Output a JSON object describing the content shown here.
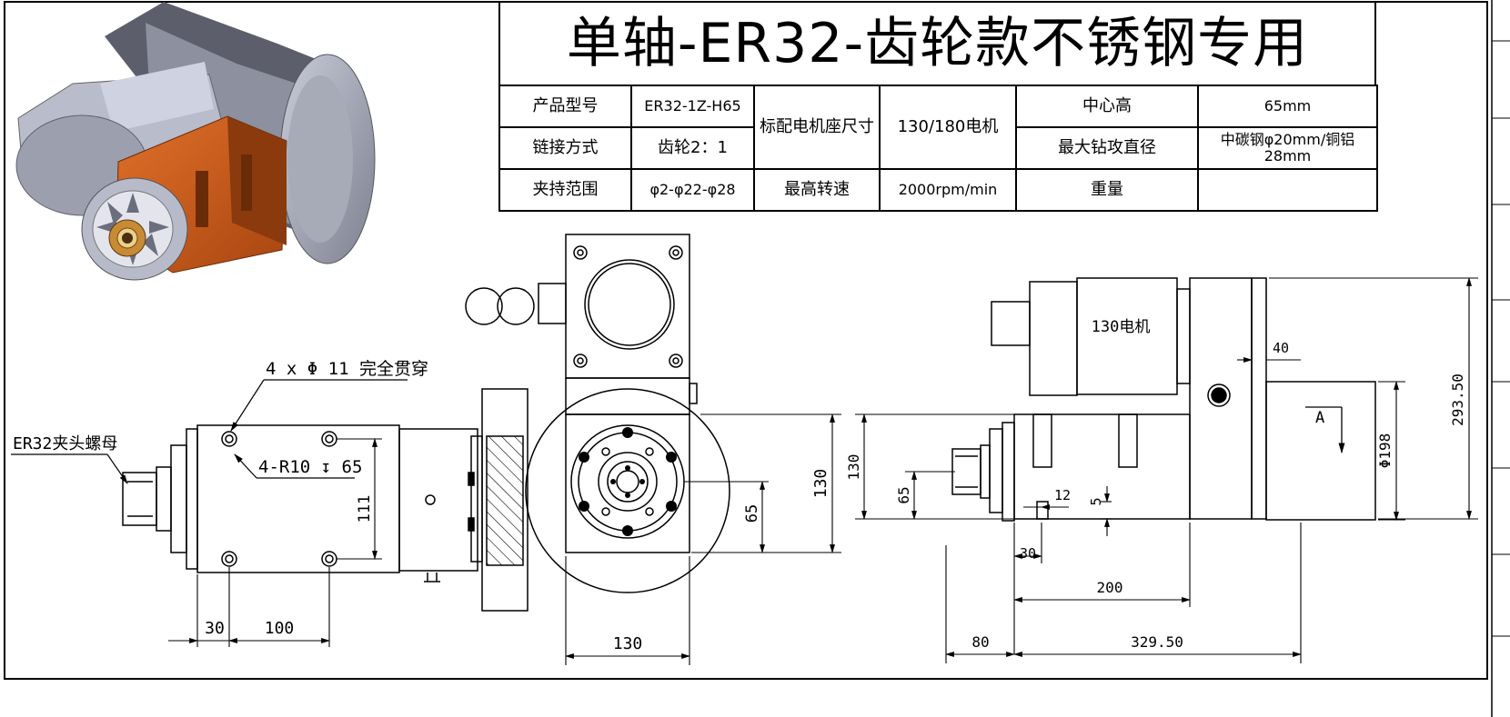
{
  "title": "单轴-ER32-齿轮款不锈钢专用",
  "spec_table": {
    "r1": {
      "c1": "产品型号",
      "c2": "ER32-1Z-H65",
      "c3": "标配电机座尺寸",
      "c4": "130/180电机",
      "c5": "中心高",
      "c6": "65mm"
    },
    "r2": {
      "c1": "链接方式",
      "c2": "齿轮2：1",
      "c5": "最大钻攻直径",
      "c6": "中碳钢φ20mm/铜铝28mm"
    },
    "r3": {
      "c1": "夹持范围",
      "c2": "φ2-φ22-φ28",
      "c3": "最高转速",
      "c4": "2000rpm/min",
      "c5": "重量",
      "c6": ""
    }
  },
  "drawing": {
    "hole_callout": "4 x Φ 11 完全贯穿",
    "radius_callout": "4-R10 ↧ 65",
    "nut_label": "ER32夹头螺母",
    "motor_label": "130电机",
    "view_label": "A",
    "dims": {
      "d111": "111",
      "d30_left": "30",
      "d100": "100",
      "d65_front": "65",
      "d130_front_v": "130",
      "d130_front_h": "130",
      "d130_side": "130",
      "d65_side": "65",
      "d12": "12",
      "d5": "5",
      "d30_side": "30",
      "d200": "200",
      "d80": "80",
      "d329": "329.50",
      "d40": "40",
      "d198": "Φ198",
      "d293": "293.50"
    }
  }
}
